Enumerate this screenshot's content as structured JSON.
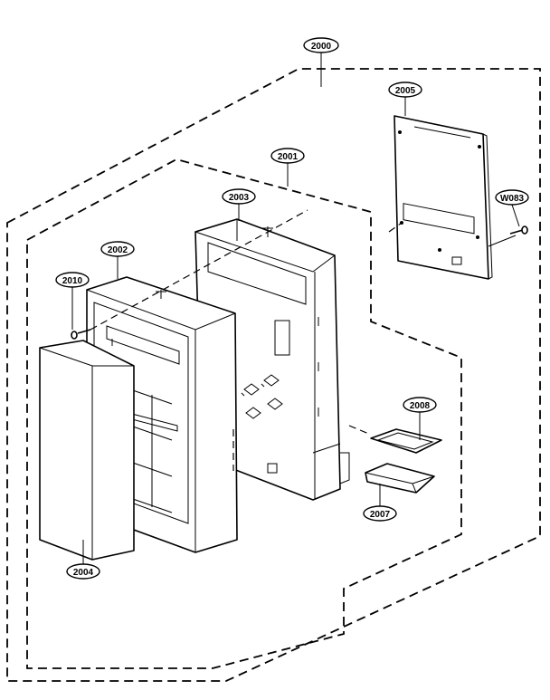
{
  "diagram": {
    "callouts": [
      {
        "id": "c2000",
        "label": "2000"
      },
      {
        "id": "c2005",
        "label": "2005"
      },
      {
        "id": "c2001",
        "label": "2001"
      },
      {
        "id": "c2003",
        "label": "2003"
      },
      {
        "id": "cW083",
        "label": "W083"
      },
      {
        "id": "c2002",
        "label": "2002"
      },
      {
        "id": "c2010",
        "label": "2010"
      },
      {
        "id": "c2008",
        "label": "2008"
      },
      {
        "id": "c2007",
        "label": "2007"
      },
      {
        "id": "c2004",
        "label": "2004"
      }
    ]
  }
}
